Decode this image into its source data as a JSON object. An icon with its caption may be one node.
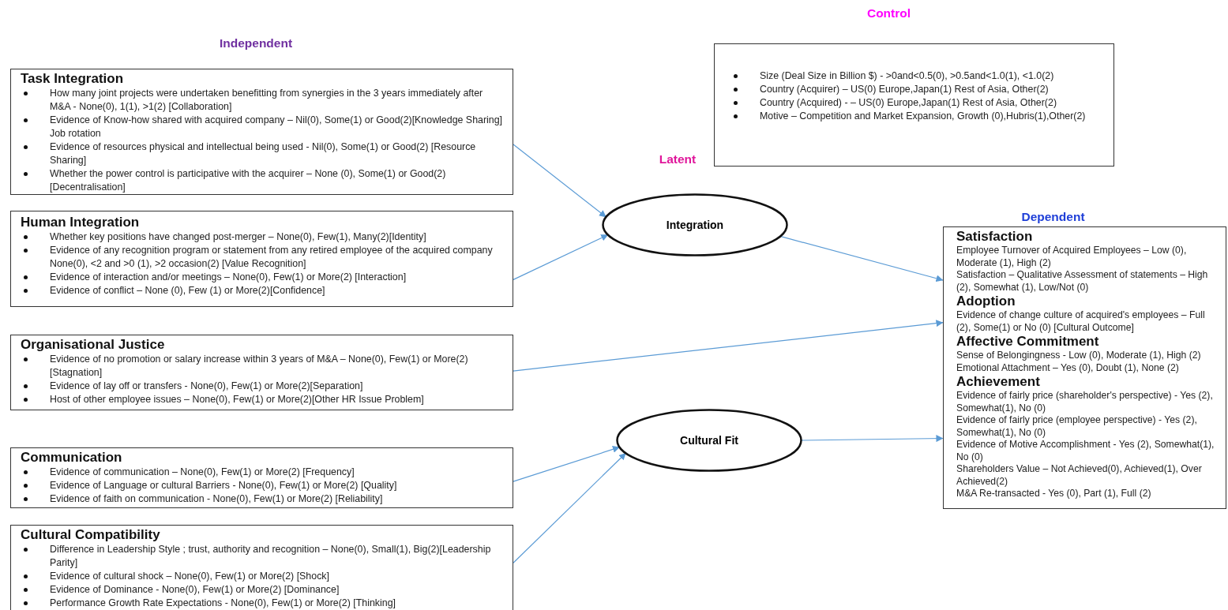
{
  "diagram": {
    "nodes": [
      {
        "text": [
          "Task Integration",
          "How many joint projects were undertaken benefitting from synergies in the 3 years immediately after M&A - None(0), 1(1), >1(2) [Collaboration]",
          "Evidence of Know-how shared with acquired company – Nil(0), Some(1) or Good(2)[Knowledge Sharing] Job rotation",
          "Evidence of resources physical and intellectual being used - Nil(0), Some(1) or Good(2) [Resource Sharing]",
          "Whether the power control is participative with the acquirer – None (0), Some(1) or Good(2) [Decentralisation]"
        ]
      },
      {
        "text": [
          "Human Integration",
          "Whether key positions have changed post-merger – None(0), Few(1), Many(2)[Identity]",
          "Evidence of any recognition program or statement from any retired employee of the acquired company None(0), <2 and >0 (1), >2 occasion(2) [Value Recognition]",
          "Evidence of interaction and/or meetings – None(0), Few(1) or More(2) [Interaction]",
          "Evidence of conflict – None (0), Few (1) or More(2)[Confidence]"
        ]
      },
      {
        "text": [
          "Organisational Justice",
          "Evidence of no promotion or salary increase within 3 years of M&A – None(0), Few(1) or More(2)[Stagnation]",
          "Evidence of lay off or transfers - None(0), Few(1) or More(2)[Separation]",
          "Host of other employee issues – None(0), Few(1) or More(2)[Other HR Issue Problem]"
        ]
      },
      {
        "text": [
          "Communication",
          "Evidence of communication – None(0), Few(1) or More(2) [Frequency]",
          "Evidence of Language or cultural Barriers - None(0), Few(1) or More(2) [Quality]",
          "Evidence of faith on communication - None(0), Few(1) or More(2) [Reliability]"
        ]
      },
      {
        "text": [
          "Cultural Compatibility",
          "Difference in Leadership Style ; trust, authority and recognition – None(0), Small(1), Big(2)[Leadership Parity]",
          "Evidence of cultural shock – None(0), Few(1) or More(2) [Shock]",
          "Evidence of Dominance - None(0), Few(1) or More(2) [Dominance]",
          "Performance Growth Rate Expectations - None(0), Few(1) or More(2) [Thinking]"
        ]
      },
      {
        "beside": [
          "Control"
        ],
        "text": [
          "Size (Deal Size in Billion $) - >0and<0.5(0), >0.5and<1.0(1), <1.0(2)",
          "Country (Acquirer) – US(0) Europe,Japan(1) Rest of Asia, Other(2)",
          "Country (Acquired) - – US(0) Europe,Japan(1) Rest of Asia, Other(2)",
          "Motive – Competition and Market Expansion, Growth (0),Hubris(1),Other(2)"
        ]
      },
      {
        "text": [
          "Integration"
        ]
      },
      {
        "beside": [
          "Dependent"
        ],
        "text": [
          "Satisfaction",
          "Employee Turnover of Acquired Employees – Low (0), Moderate (1), High (2)",
          "Satisfaction – Qualitative Assessment of statements – High (2), Somewhat (1), Low/Not (0)",
          "Adoption",
          "Evidence of change culture of acquired's employees – Full (2), Some(1) or No (0) [Cultural Outcome]",
          "Affective Commitment",
          "Sense of Belongingness - Low (0), Moderate (1), High (2)",
          "Emotional Attachment – Yes (0), Doubt (1), None (2)",
          "Achievement",
          "Evidence of fairly price (shareholder's perspective) - Yes (2), Somewhat(1), No (0)",
          "Evidence of fairly price (employee perspective) - Yes (2), Somewhat(1), No (0)",
          "Evidence of Motive Accomplishment - Yes (2), Somewhat(1), No (0)",
          "Shareholders Value – Not Achieved(0), Achieved(1), Over Achieved(2)",
          "M&A Re-transacted - Yes (0), Part (1), Full (2)"
        ]
      },
      {
        "text": [
          "Cultural Fit"
        ]
      }
    ],
    "edges": [
      {
        "from": 0,
        "to": 6,
        "arrow": "to"
      },
      {
        "from": 1,
        "to": 6,
        "arrow": "to"
      },
      {
        "from": 6,
        "to": 7,
        "arrow": "to"
      },
      {
        "from": 2,
        "to": 7,
        "arrow": "to"
      },
      {
        "from": 3,
        "to": 8,
        "arrow": "to"
      },
      {
        "from": 4,
        "to": 8,
        "arrow": "to"
      },
      {
        "from": 8,
        "to": 7,
        "arrow": "to"
      }
    ],
    "labels": [
      "Independent",
      "Latent"
    ]
  }
}
